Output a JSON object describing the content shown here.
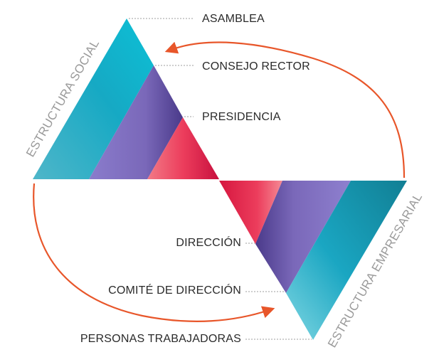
{
  "top_levels": [
    "ASAMBLEA",
    "CONSEJO RECTOR",
    "PRESIDENCIA"
  ],
  "bottom_levels": [
    "DIRECCIÓN",
    "COMITÉ DE DIRECCIÓN",
    "PERSONAS TRABAJADORAS"
  ],
  "side_labels": {
    "social": "ESTRUCTURA SOCIAL",
    "business": "ESTRUCTURA EMPRESARIAL"
  },
  "colors": {
    "teal": "#1ab0c8",
    "purple": "#7e6bbd",
    "crimson": "#e8234a",
    "arrow": "#e8562a",
    "axis": "#4a4a4a"
  }
}
